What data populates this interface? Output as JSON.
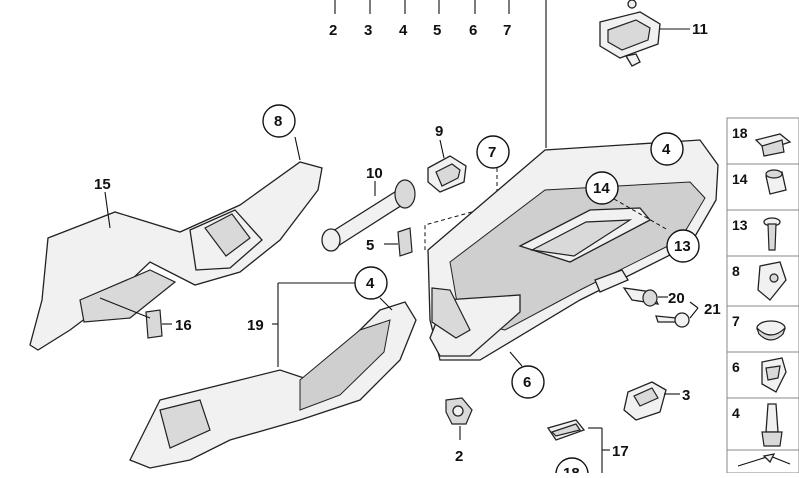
{
  "labels": {
    "top_2": "2",
    "top_3": "3",
    "top_4": "4",
    "top_5": "5",
    "top_6": "6",
    "top_7": "7",
    "n11": "11",
    "n8": "8",
    "n9": "9",
    "n7": "7",
    "n4a": "4",
    "n15": "15",
    "n10": "10",
    "n14": "14",
    "n13": "13",
    "n5": "5",
    "n16": "16",
    "n4b": "4",
    "n19": "19",
    "n20": "20",
    "n21": "21",
    "n6": "6",
    "n3": "3",
    "n2": "2",
    "n17": "17",
    "n18b": "18"
  },
  "sidebar": {
    "items": [
      {
        "label": "18"
      },
      {
        "label": "14"
      },
      {
        "label": "13"
      },
      {
        "label": "8"
      },
      {
        "label": "7"
      },
      {
        "label": "6"
      },
      {
        "label": "4"
      }
    ]
  }
}
